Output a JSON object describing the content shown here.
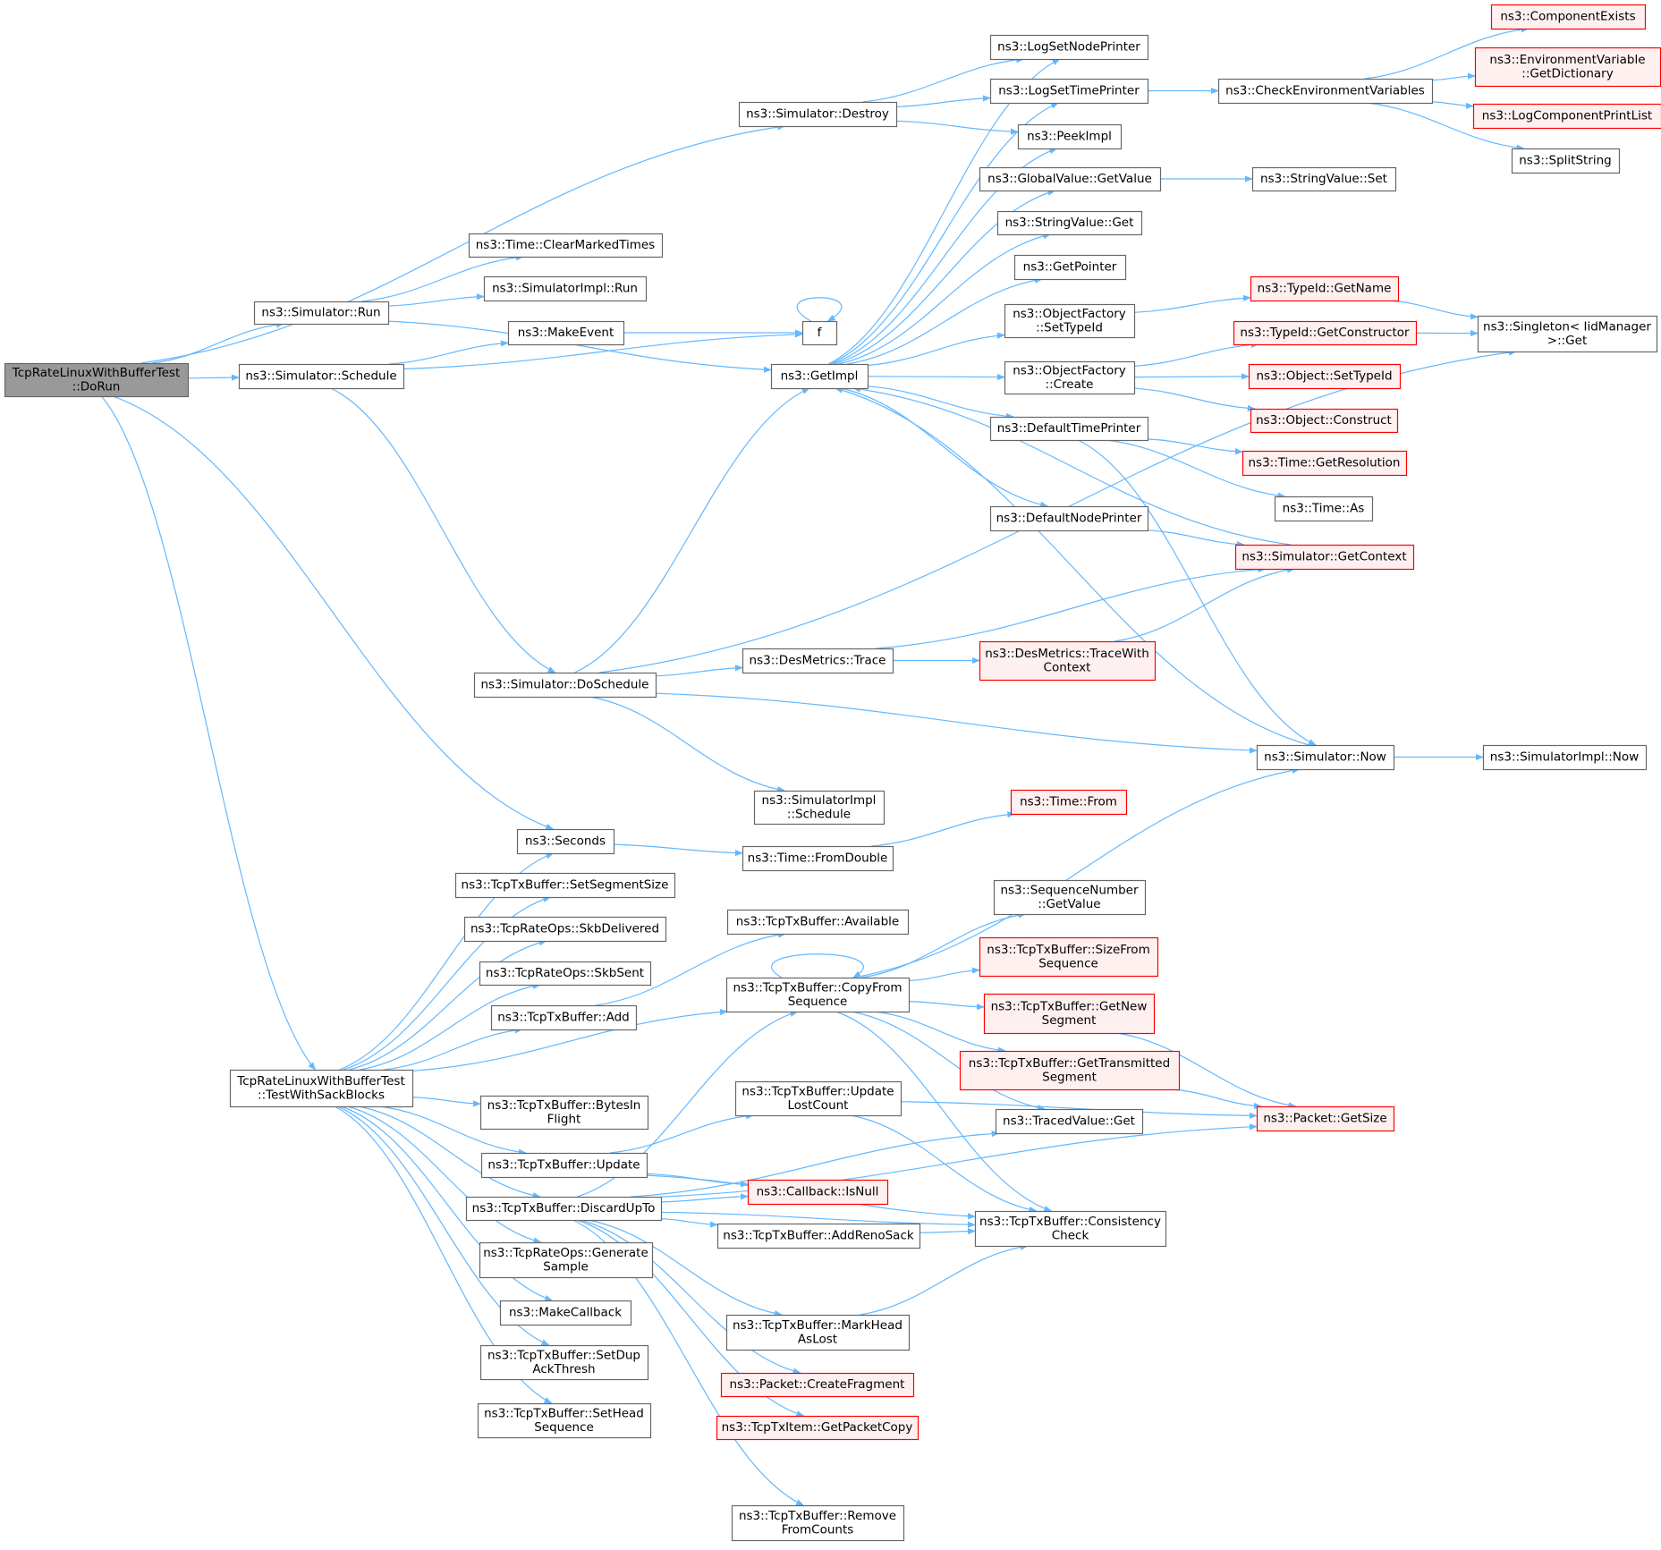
{
  "colors": {
    "edge": "#63b8ff",
    "node_border": "#666666",
    "node_fill": "#ffffff",
    "root_fill": "#999999",
    "truncated_border": "#ff0000",
    "truncated_fill": "#fff0f0",
    "text": "#000000"
  },
  "nodes": [
    {
      "id": "dorun",
      "lines": [
        "TcpRateLinuxWithBufferTest",
        "::DoRun"
      ],
      "kind": "root"
    },
    {
      "id": "destroy",
      "lines": [
        "ns3::Simulator::Destroy"
      ],
      "kind": "normal"
    },
    {
      "id": "clearmarked",
      "lines": [
        "ns3::Time::ClearMarkedTimes"
      ],
      "kind": "normal"
    },
    {
      "id": "simrun",
      "lines": [
        "ns3::Simulator::Run"
      ],
      "kind": "normal"
    },
    {
      "id": "implrun",
      "lines": [
        "ns3::SimulatorImpl::Run"
      ],
      "kind": "normal"
    },
    {
      "id": "makeevent",
      "lines": [
        "ns3::MakeEvent"
      ],
      "kind": "normal"
    },
    {
      "id": "f",
      "lines": [
        "f"
      ],
      "kind": "normal"
    },
    {
      "id": "schedule",
      "lines": [
        "ns3::Simulator::Schedule"
      ],
      "kind": "normal"
    },
    {
      "id": "getimpl",
      "lines": [
        "ns3::GetImpl"
      ],
      "kind": "normal"
    },
    {
      "id": "logsetnode",
      "lines": [
        "ns3::LogSetNodePrinter"
      ],
      "kind": "normal"
    },
    {
      "id": "logsettime",
      "lines": [
        "ns3::LogSetTimePrinter"
      ],
      "kind": "normal"
    },
    {
      "id": "peekimpl",
      "lines": [
        "ns3::PeekImpl"
      ],
      "kind": "normal"
    },
    {
      "id": "gvgetvalue",
      "lines": [
        "ns3::GlobalValue::GetValue"
      ],
      "kind": "normal"
    },
    {
      "id": "svget",
      "lines": [
        "ns3::StringValue::Get"
      ],
      "kind": "normal"
    },
    {
      "id": "getpointer",
      "lines": [
        "ns3::GetPointer"
      ],
      "kind": "normal"
    },
    {
      "id": "ofsettypeid",
      "lines": [
        "ns3::ObjectFactory",
        "::SetTypeId"
      ],
      "kind": "normal"
    },
    {
      "id": "ofcreate",
      "lines": [
        "ns3::ObjectFactory",
        "::Create"
      ],
      "kind": "normal"
    },
    {
      "id": "deftimeprinter",
      "lines": [
        "ns3::DefaultTimePrinter"
      ],
      "kind": "normal"
    },
    {
      "id": "defnodeprinter",
      "lines": [
        "ns3::DefaultNodePrinter"
      ],
      "kind": "normal"
    },
    {
      "id": "checkenv",
      "lines": [
        "ns3::CheckEnvironmentVariables"
      ],
      "kind": "normal"
    },
    {
      "id": "compexists",
      "lines": [
        "ns3::ComponentExists"
      ],
      "kind": "truncated"
    },
    {
      "id": "envdict",
      "lines": [
        "ns3::EnvironmentVariable",
        "::GetDictionary"
      ],
      "kind": "truncated"
    },
    {
      "id": "logcomplist",
      "lines": [
        "ns3::LogComponentPrintList"
      ],
      "kind": "truncated"
    },
    {
      "id": "splitstring",
      "lines": [
        "ns3::SplitString"
      ],
      "kind": "normal"
    },
    {
      "id": "svset",
      "lines": [
        "ns3::StringValue::Set"
      ],
      "kind": "normal"
    },
    {
      "id": "tidgetname",
      "lines": [
        "ns3::TypeId::GetName"
      ],
      "kind": "truncated"
    },
    {
      "id": "singleton",
      "lines": [
        "ns3::Singleton< IidManager",
        ">::Get"
      ],
      "kind": "normal"
    },
    {
      "id": "tidgetctor",
      "lines": [
        "ns3::TypeId::GetConstructor"
      ],
      "kind": "truncated"
    },
    {
      "id": "objsettypeid",
      "lines": [
        "ns3::Object::SetTypeId"
      ],
      "kind": "truncated"
    },
    {
      "id": "objconstruct",
      "lines": [
        "ns3::Object::Construct"
      ],
      "kind": "truncated"
    },
    {
      "id": "timegetres",
      "lines": [
        "ns3::Time::GetResolution"
      ],
      "kind": "truncated"
    },
    {
      "id": "timeas",
      "lines": [
        "ns3::Time::As"
      ],
      "kind": "normal"
    },
    {
      "id": "getcontext",
      "lines": [
        "ns3::Simulator::GetContext"
      ],
      "kind": "truncated"
    },
    {
      "id": "dmtrace",
      "lines": [
        "ns3::DesMetrics::Trace"
      ],
      "kind": "normal"
    },
    {
      "id": "dmtracectx",
      "lines": [
        "ns3::DesMetrics::TraceWith",
        "Context"
      ],
      "kind": "truncated"
    },
    {
      "id": "doschedule",
      "lines": [
        "ns3::Simulator::DoSchedule"
      ],
      "kind": "normal"
    },
    {
      "id": "simnow",
      "lines": [
        "ns3::Simulator::Now"
      ],
      "kind": "normal"
    },
    {
      "id": "implnow",
      "lines": [
        "ns3::SimulatorImpl::Now"
      ],
      "kind": "normal"
    },
    {
      "id": "implschedule",
      "lines": [
        "ns3::SimulatorImpl",
        "::Schedule"
      ],
      "kind": "normal"
    },
    {
      "id": "timefrom",
      "lines": [
        "ns3::Time::From"
      ],
      "kind": "truncated"
    },
    {
      "id": "seconds",
      "lines": [
        "ns3::Seconds"
      ],
      "kind": "normal"
    },
    {
      "id": "fromdouble",
      "lines": [
        "ns3::Time::FromDouble"
      ],
      "kind": "normal"
    },
    {
      "id": "setsegsize",
      "lines": [
        "ns3::TcpTxBuffer::SetSegmentSize"
      ],
      "kind": "normal"
    },
    {
      "id": "skbdelivered",
      "lines": [
        "ns3::TcpRateOps::SkbDelivered"
      ],
      "kind": "normal"
    },
    {
      "id": "skbsent",
      "lines": [
        "ns3::TcpRateOps::SkbSent"
      ],
      "kind": "normal"
    },
    {
      "id": "txadd",
      "lines": [
        "ns3::TcpTxBuffer::Add"
      ],
      "kind": "normal"
    },
    {
      "id": "available",
      "lines": [
        "ns3::TcpTxBuffer::Available"
      ],
      "kind": "normal"
    },
    {
      "id": "copyfromseq",
      "lines": [
        "ns3::TcpTxBuffer::CopyFrom",
        "Sequence"
      ],
      "kind": "normal"
    },
    {
      "id": "seqgetvalue",
      "lines": [
        "ns3::SequenceNumber",
        "::GetValue"
      ],
      "kind": "normal"
    },
    {
      "id": "sizefromseq",
      "lines": [
        "ns3::TcpTxBuffer::SizeFrom",
        "Sequence"
      ],
      "kind": "truncated"
    },
    {
      "id": "getnewseg",
      "lines": [
        "ns3::TcpTxBuffer::GetNew",
        "Segment"
      ],
      "kind": "truncated"
    },
    {
      "id": "gettransseg",
      "lines": [
        "ns3::TcpTxBuffer::GetTransmitted",
        "Segment"
      ],
      "kind": "truncated"
    },
    {
      "id": "testsack",
      "lines": [
        "TcpRateLinuxWithBufferTest",
        "::TestWithSackBlocks"
      ],
      "kind": "normal"
    },
    {
      "id": "bytesinflight",
      "lines": [
        "ns3::TcpTxBuffer::BytesIn",
        "Flight"
      ],
      "kind": "normal"
    },
    {
      "id": "updatelost",
      "lines": [
        "ns3::TcpTxBuffer::Update",
        "LostCount"
      ],
      "kind": "normal"
    },
    {
      "id": "tracedget",
      "lines": [
        "ns3::TracedValue::Get"
      ],
      "kind": "normal"
    },
    {
      "id": "pktgetsize",
      "lines": [
        "ns3::Packet::GetSize"
      ],
      "kind": "truncated"
    },
    {
      "id": "txupdate",
      "lines": [
        "ns3::TcpTxBuffer::Update"
      ],
      "kind": "normal"
    },
    {
      "id": "cbisnull",
      "lines": [
        "ns3::Callback::IsNull"
      ],
      "kind": "truncated"
    },
    {
      "id": "discardupto",
      "lines": [
        "ns3::TcpTxBuffer::DiscardUpTo"
      ],
      "kind": "normal"
    },
    {
      "id": "addrenosack",
      "lines": [
        "ns3::TcpTxBuffer::AddRenoSack"
      ],
      "kind": "normal"
    },
    {
      "id": "consistency",
      "lines": [
        "ns3::TcpTxBuffer::Consistency",
        "Check"
      ],
      "kind": "normal"
    },
    {
      "id": "gensample",
      "lines": [
        "ns3::TcpRateOps::Generate",
        "Sample"
      ],
      "kind": "normal"
    },
    {
      "id": "makecallback",
      "lines": [
        "ns3::MakeCallback"
      ],
      "kind": "normal"
    },
    {
      "id": "markheadlost",
      "lines": [
        "ns3::TcpTxBuffer::MarkHead",
        "AsLost"
      ],
      "kind": "normal"
    },
    {
      "id": "setdupack",
      "lines": [
        "ns3::TcpTxBuffer::SetDup",
        "AckThresh"
      ],
      "kind": "normal"
    },
    {
      "id": "createfrag",
      "lines": [
        "ns3::Packet::CreateFragment"
      ],
      "kind": "truncated"
    },
    {
      "id": "getpktcopy",
      "lines": [
        "ns3::TcpTxItem::GetPacketCopy"
      ],
      "kind": "truncated"
    },
    {
      "id": "setheadseq",
      "lines": [
        "ns3::TcpTxBuffer::SetHead",
        "Sequence"
      ],
      "kind": "normal"
    },
    {
      "id": "removecounts",
      "lines": [
        "ns3::TcpTxBuffer::Remove",
        "FromCounts"
      ],
      "kind": "normal"
    }
  ],
  "edges": [
    [
      "dorun",
      "destroy"
    ],
    [
      "dorun",
      "simrun"
    ],
    [
      "dorun",
      "schedule"
    ],
    [
      "dorun",
      "seconds"
    ],
    [
      "dorun",
      "testsack"
    ],
    [
      "destroy",
      "logsetnode"
    ],
    [
      "destroy",
      "logsettime"
    ],
    [
      "destroy",
      "peekimpl"
    ],
    [
      "simrun",
      "clearmarked"
    ],
    [
      "simrun",
      "implrun"
    ],
    [
      "simrun",
      "getimpl"
    ],
    [
      "schedule",
      "makeevent"
    ],
    [
      "schedule",
      "f"
    ],
    [
      "schedule",
      "doschedule"
    ],
    [
      "makeevent",
      "f"
    ],
    [
      "f",
      "f"
    ],
    [
      "getimpl",
      "logsetnode"
    ],
    [
      "getimpl",
      "logsettime"
    ],
    [
      "getimpl",
      "peekimpl"
    ],
    [
      "getimpl",
      "gvgetvalue"
    ],
    [
      "getimpl",
      "svget"
    ],
    [
      "getimpl",
      "getpointer"
    ],
    [
      "getimpl",
      "ofsettypeid"
    ],
    [
      "getimpl",
      "ofcreate"
    ],
    [
      "getimpl",
      "deftimeprinter"
    ],
    [
      "getimpl",
      "defnodeprinter"
    ],
    [
      "logsettime",
      "checkenv"
    ],
    [
      "checkenv",
      "compexists"
    ],
    [
      "checkenv",
      "envdict"
    ],
    [
      "checkenv",
      "logcomplist"
    ],
    [
      "checkenv",
      "splitstring"
    ],
    [
      "gvgetvalue",
      "svset"
    ],
    [
      "ofsettypeid",
      "tidgetname"
    ],
    [
      "tidgetname",
      "singleton"
    ],
    [
      "ofcreate",
      "tidgetctor"
    ],
    [
      "ofcreate",
      "objsettypeid"
    ],
    [
      "ofcreate",
      "objconstruct"
    ],
    [
      "tidgetctor",
      "singleton"
    ],
    [
      "deftimeprinter",
      "timegetres"
    ],
    [
      "deftimeprinter",
      "timeas"
    ],
    [
      "deftimeprinter",
      "simnow"
    ],
    [
      "defnodeprinter",
      "getcontext"
    ],
    [
      "getcontext",
      "getimpl"
    ],
    [
      "doschedule",
      "getimpl"
    ],
    [
      "doschedule",
      "dmtrace"
    ],
    [
      "doschedule",
      "singleton"
    ],
    [
      "doschedule",
      "simnow"
    ],
    [
      "doschedule",
      "implschedule"
    ],
    [
      "dmtrace",
      "getcontext"
    ],
    [
      "dmtrace",
      "dmtracectx"
    ],
    [
      "dmtracectx",
      "getcontext"
    ],
    [
      "simnow",
      "getimpl"
    ],
    [
      "simnow",
      "implnow"
    ],
    [
      "seconds",
      "fromdouble"
    ],
    [
      "fromdouble",
      "timefrom"
    ],
    [
      "testsack",
      "seconds"
    ],
    [
      "testsack",
      "setsegsize"
    ],
    [
      "testsack",
      "skbdelivered"
    ],
    [
      "testsack",
      "skbsent"
    ],
    [
      "testsack",
      "txadd"
    ],
    [
      "testsack",
      "copyfromseq"
    ],
    [
      "testsack",
      "bytesinflight"
    ],
    [
      "testsack",
      "txupdate"
    ],
    [
      "testsack",
      "discardupto"
    ],
    [
      "testsack",
      "gensample"
    ],
    [
      "testsack",
      "makecallback"
    ],
    [
      "testsack",
      "setdupack"
    ],
    [
      "testsack",
      "setheadseq"
    ],
    [
      "txadd",
      "available"
    ],
    [
      "copyfromseq",
      "copyfromseq"
    ],
    [
      "copyfromseq",
      "simnow"
    ],
    [
      "copyfromseq",
      "seqgetvalue"
    ],
    [
      "copyfromseq",
      "sizefromseq"
    ],
    [
      "copyfromseq",
      "getnewseg"
    ],
    [
      "copyfromseq",
      "gettransseg"
    ],
    [
      "copyfromseq",
      "tracedget"
    ],
    [
      "copyfromseq",
      "consistency"
    ],
    [
      "getnewseg",
      "pktgetsize"
    ],
    [
      "gettransseg",
      "pktgetsize"
    ],
    [
      "txupdate",
      "updatelost"
    ],
    [
      "txupdate",
      "cbisnull"
    ],
    [
      "txupdate",
      "consistency"
    ],
    [
      "updatelost",
      "pktgetsize"
    ],
    [
      "updatelost",
      "consistency"
    ],
    [
      "discardupto",
      "copyfromseq"
    ],
    [
      "discardupto",
      "tracedget"
    ],
    [
      "discardupto",
      "cbisnull"
    ],
    [
      "discardupto",
      "addrenosack"
    ],
    [
      "discardupto",
      "consistency"
    ],
    [
      "discardupto",
      "markheadlost"
    ],
    [
      "discardupto",
      "createfrag"
    ],
    [
      "discardupto",
      "getpktcopy"
    ],
    [
      "discardupto",
      "removecounts"
    ],
    [
      "discardupto",
      "pktgetsize"
    ],
    [
      "addrenosack",
      "consistency"
    ],
    [
      "markheadlost",
      "consistency"
    ]
  ]
}
